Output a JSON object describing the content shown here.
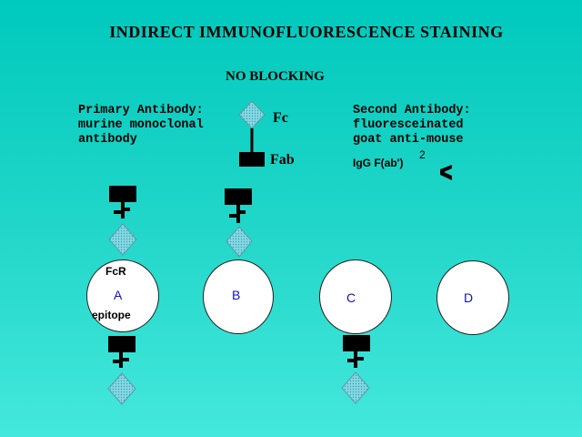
{
  "title": "INDIRECT IMMUNOFLUORESCENCE STAINING",
  "subtitle": "NO BLOCKING",
  "primary_antibody": {
    "line1": "Primary Antibody:",
    "line2": "murine monoclonal",
    "line3": "antibody"
  },
  "legend": {
    "fc": "Fc",
    "fab": "Fab"
  },
  "second_antibody": {
    "line1": "Second Antibody:",
    "line2": "fluoresceinated",
    "line3": "goat anti-mouse",
    "line4": "IgG F(ab')",
    "superscript": "2"
  },
  "cells": {
    "a": "A",
    "b": "B",
    "c": "C",
    "d": "D"
  },
  "cell_a_labels": {
    "fcr": "FcR",
    "epitope": "epitope"
  },
  "colors": {
    "background_top": "#00c9bd",
    "background_bottom": "#44e8dc",
    "diamond_fill": "#7fd0dc",
    "cell_letter": "#1010c0"
  }
}
